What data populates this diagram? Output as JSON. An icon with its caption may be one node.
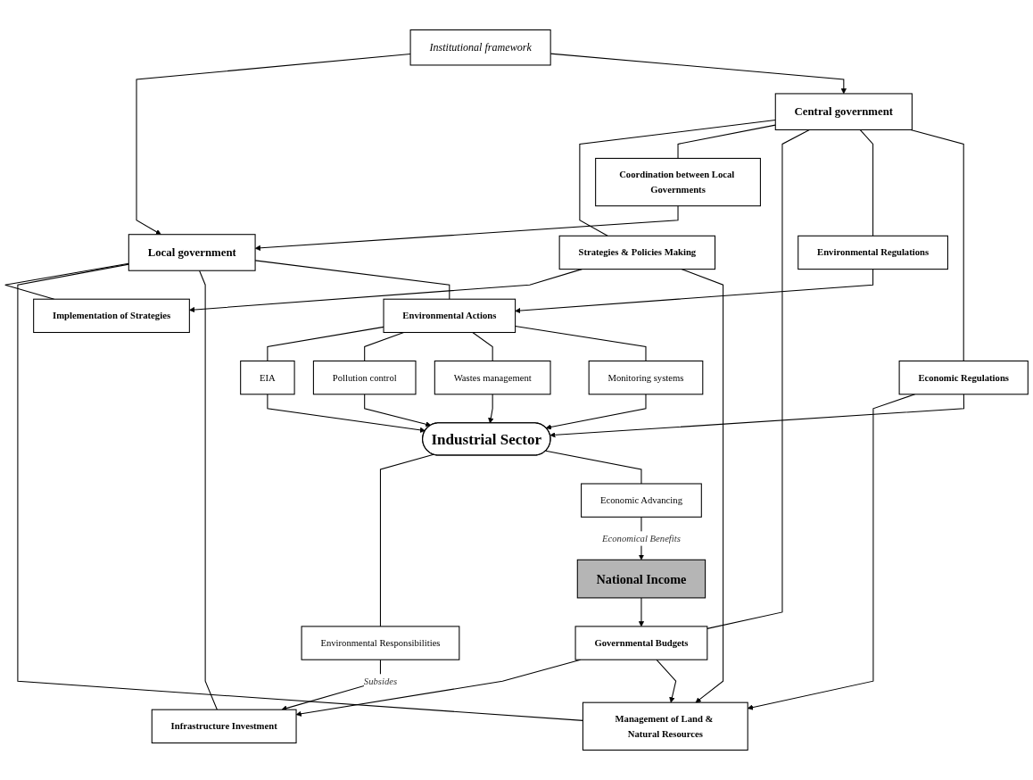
{
  "diagram": {
    "nodes": [
      {
        "text": [
          "Local government"
        ]
      },
      {
        "text": [
          "Institutional framework"
        ]
      },
      {
        "text": [
          "Central government"
        ]
      },
      {
        "text": [
          "Implementation of Strategies"
        ]
      },
      {
        "text": [
          "Strategies & Policies Making"
        ]
      },
      {
        "text": [
          "Management of Land & Natural Resources"
        ]
      },
      {
        "text": [
          "Coordination between Local Governments"
        ]
      },
      {
        "text": [
          "Infrastructure Investment"
        ]
      },
      {
        "text": [
          "Governmental Budgets"
        ]
      },
      {
        "text": [
          "Environmental Actions"
        ]
      },
      {
        "text": [
          "Environmental Regulations"
        ]
      },
      {
        "text": [
          "Economic Regulations"
        ]
      },
      {
        "text": [
          "EIA"
        ]
      },
      {
        "text": [
          "Pollution control"
        ]
      },
      {
        "text": [
          "Monitoring systems"
        ]
      },
      {
        "text": [
          "Wastes management"
        ]
      },
      {
        "text": [
          "Industrial Sector"
        ]
      },
      {
        "text": [
          "National Income"
        ]
      },
      {
        "text": [
          "Environmental Responsibilities"
        ]
      },
      {
        "text": [
          "Economic Advancing"
        ]
      }
    ],
    "edges": [
      {
        "from": 1,
        "to": 0,
        "arrow": "to"
      },
      {
        "from": 1,
        "to": 2,
        "arrow": "to"
      },
      {
        "from": 0,
        "to": 3,
        "arrow": "none"
      },
      {
        "from": 0,
        "to": 5,
        "arrow": "none"
      },
      {
        "from": 0,
        "to": 7,
        "arrow": "none"
      },
      {
        "from": 0,
        "to": 9,
        "arrow": "none"
      },
      {
        "from": 2,
        "to": 4,
        "arrow": "none"
      },
      {
        "from": 2,
        "to": 6,
        "arrow": "none"
      },
      {
        "from": 2,
        "to": 8,
        "arrow": "none"
      },
      {
        "from": 2,
        "to": 10,
        "arrow": "none"
      },
      {
        "from": 2,
        "to": 11,
        "arrow": "none"
      },
      {
        "from": 4,
        "to": 3,
        "arrow": "to"
      },
      {
        "from": 4,
        "to": 5,
        "arrow": "to"
      },
      {
        "from": 6,
        "to": 0,
        "arrow": "to"
      },
      {
        "from": 8,
        "to": 7,
        "arrow": "to"
      },
      {
        "from": 8,
        "to": 5,
        "arrow": "to"
      },
      {
        "from": 11,
        "to": 5,
        "arrow": "to"
      },
      {
        "from": 10,
        "to": 9,
        "arrow": "to"
      },
      {
        "from": 9,
        "to": 12,
        "arrow": "none"
      },
      {
        "from": 9,
        "to": 13,
        "arrow": "none"
      },
      {
        "from": 9,
        "to": 15,
        "arrow": "none"
      },
      {
        "from": 9,
        "to": 14,
        "arrow": "none"
      },
      {
        "from": 12,
        "to": 16,
        "arrow": "to"
      },
      {
        "from": 13,
        "to": 16,
        "arrow": "to"
      },
      {
        "from": 15,
        "to": 16,
        "arrow": "to"
      },
      {
        "from": 14,
        "to": 16,
        "arrow": "to"
      },
      {
        "from": 11,
        "to": 16,
        "arrow": "to"
      },
      {
        "from": 16,
        "to": 18,
        "arrow": "none"
      },
      {
        "from": 16,
        "to": 19,
        "arrow": "none"
      },
      {
        "from": 18,
        "to": 7,
        "arrow": "to",
        "label": "Subsides"
      },
      {
        "from": 19,
        "to": 17,
        "arrow": "to",
        "label": "Economical Benefits"
      },
      {
        "from": 17,
        "to": 8,
        "arrow": "to"
      }
    ]
  }
}
